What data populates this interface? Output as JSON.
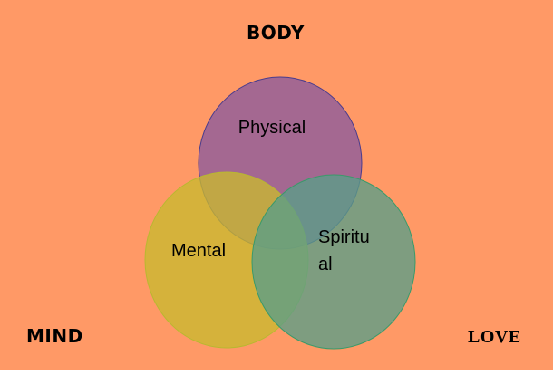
{
  "background_color": "#FF9966",
  "labels": {
    "top": "BODY",
    "bottom_left": "MIND",
    "bottom_right": "LOVE"
  },
  "circles": [
    {
      "id": "physical",
      "lines": [
        "Physical"
      ],
      "fill": "#8B5A9E",
      "stroke": "#4A3C8C"
    },
    {
      "id": "mental",
      "lines": [
        "Mental"
      ],
      "fill": "#C9B830",
      "stroke": "#B8B830"
    },
    {
      "id": "spiritual",
      "lines": [
        "Spiritu",
        "al"
      ],
      "fill": "#5A9E88",
      "stroke": "#3A9A6A"
    }
  ]
}
